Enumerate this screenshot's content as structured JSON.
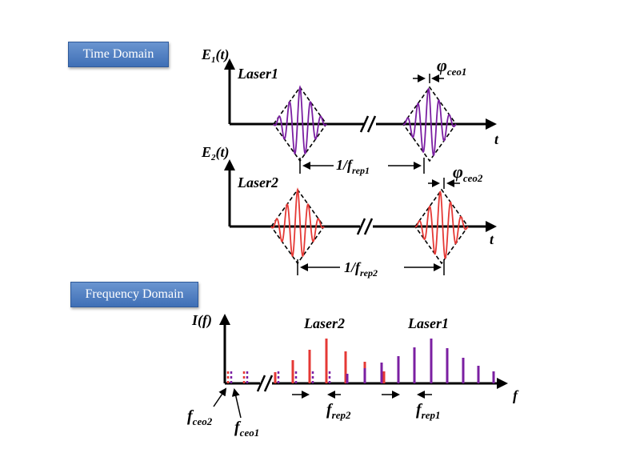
{
  "time_domain_label": "Time Domain",
  "frequency_domain_label": "Frequency Domain",
  "time_panel_1": {
    "axis_label": "E",
    "axis_label_sub": "1",
    "axis_label_suffix": "(t)",
    "laser_label": "Laser1",
    "t_label": "t",
    "phase_symbol": "φ",
    "phase_sub": "ceo1",
    "period_main": "1/f",
    "period_sub": "rep1",
    "pulse_color": "#7b1fa2"
  },
  "time_panel_2": {
    "axis_label": "E",
    "axis_label_sub": "2",
    "axis_label_suffix": "(t)",
    "laser_label": "Laser2",
    "t_label": "t",
    "phase_symbol": "φ",
    "phase_sub": "ceo2",
    "period_main": "1/f",
    "period_sub": "rep2",
    "pulse_color": "#e53935"
  },
  "frequency_panel": {
    "axis_label": "I(f)",
    "f_label": "f",
    "laser2_label": "Laser2",
    "laser1_label": "Laser1",
    "fceo2_main": "f",
    "fceo2_sub": "ceo2",
    "fceo1_main": "f",
    "fceo1_sub": "ceo1",
    "frep2_main": "f",
    "frep2_sub": "rep2",
    "frep1_main": "f",
    "frep1_sub": "rep1",
    "laser2_color": "#e53935",
    "laser1_color": "#7b1fa2"
  }
}
